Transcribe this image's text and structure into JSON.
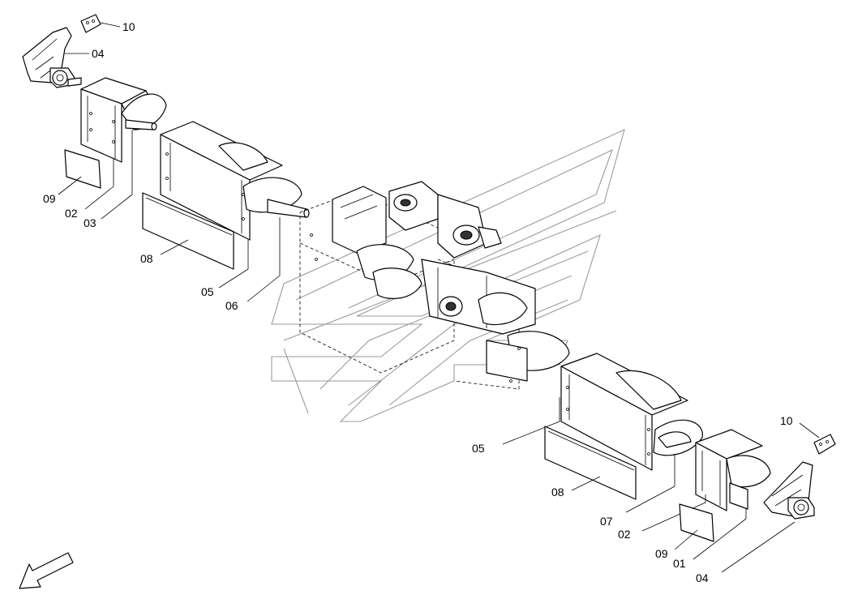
{
  "diagram": {
    "labels": {
      "top_10": "10",
      "top_04": "04",
      "left_09": "09",
      "left_02": "02",
      "left_03": "03",
      "left_08": "08",
      "left_05": "05",
      "left_06": "06",
      "right_05": "05",
      "right_08": "08",
      "right_07": "07",
      "right_02": "02",
      "right_09": "09",
      "right_01": "01",
      "right_04": "04",
      "right_10": "10"
    },
    "icons": {
      "direction_arrow": "arrow-down-left-icon"
    }
  }
}
